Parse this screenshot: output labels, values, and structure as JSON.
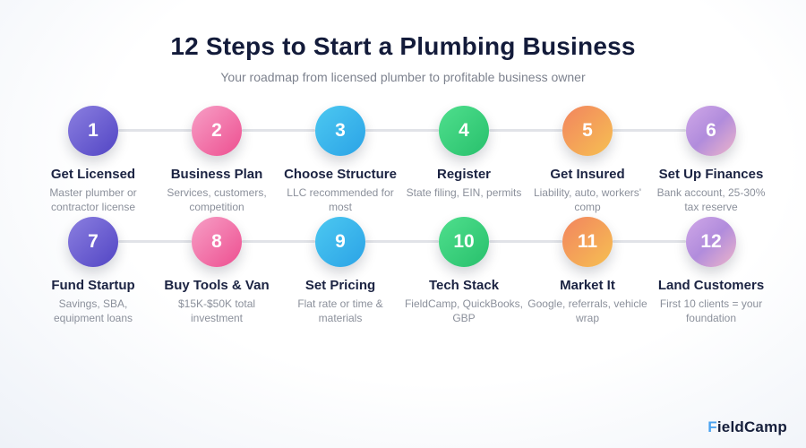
{
  "header": {
    "title": "12 Steps to Start a Plumbing Business",
    "subtitle": "Your roadmap from licensed plumber to profitable business owner"
  },
  "steps": [
    {
      "number": "1",
      "title": "Get Licensed",
      "description": "Master plumber or contractor license",
      "gradient": [
        "#8b7fe0",
        "#5245c4"
      ]
    },
    {
      "number": "2",
      "title": "Business Plan",
      "description": "Services, customers, competition",
      "gradient": [
        "#f79fc6",
        "#ed4f90"
      ]
    },
    {
      "number": "3",
      "title": "Choose Structure",
      "description": "LLC recommended for most",
      "gradient": [
        "#4cc8f1",
        "#2ba3e6"
      ]
    },
    {
      "number": "4",
      "title": "Register",
      "description": "State filing, EIN, permits",
      "gradient": [
        "#4fdf8d",
        "#28c06c"
      ]
    },
    {
      "number": "5",
      "title": "Get Insured",
      "description": "Liability, auto, workers' comp",
      "gradient": [
        "#f2845f",
        "#f6c052"
      ]
    },
    {
      "number": "6",
      "title": "Set Up Finances",
      "description": "Bank account, 25-30% tax reserve",
      "gradient": [
        "#d0a8e8",
        "#b18cdc",
        "#eeb5ca"
      ]
    },
    {
      "number": "7",
      "title": "Fund Startup",
      "description": "Savings, SBA, equipment loans",
      "gradient": [
        "#8b7fe0",
        "#5245c4"
      ]
    },
    {
      "number": "8",
      "title": "Buy Tools & Van",
      "description": "$15K-$50K total investment",
      "gradient": [
        "#f79fc6",
        "#ed4f90"
      ]
    },
    {
      "number": "9",
      "title": "Set Pricing",
      "description": "Flat rate or time & materials",
      "gradient": [
        "#4cc8f1",
        "#2ba3e6"
      ]
    },
    {
      "number": "10",
      "title": "Tech Stack",
      "description": "FieldCamp, QuickBooks, GBP",
      "gradient": [
        "#4fdf8d",
        "#28c06c"
      ]
    },
    {
      "number": "11",
      "title": "Market It",
      "description": "Google, referrals, vehicle wrap",
      "gradient": [
        "#f2845f",
        "#f6c052"
      ]
    },
    {
      "number": "12",
      "title": "Land Customers",
      "description": "First 10 clients = your foundation",
      "gradient": [
        "#d0a8e8",
        "#b18cdc",
        "#eeb5ca"
      ]
    }
  ],
  "footer": {
    "logo_first_letter": "F",
    "logo_rest": "ieldCamp",
    "logo_accent_color": "#4aa3f0"
  },
  "colors": {
    "heading": "#131b3a",
    "subtitle": "#7d828e",
    "step_title": "#1b2342",
    "step_description": "#8b909b",
    "connector_line": "#e1e3e8",
    "number_text": "#ffffff"
  }
}
